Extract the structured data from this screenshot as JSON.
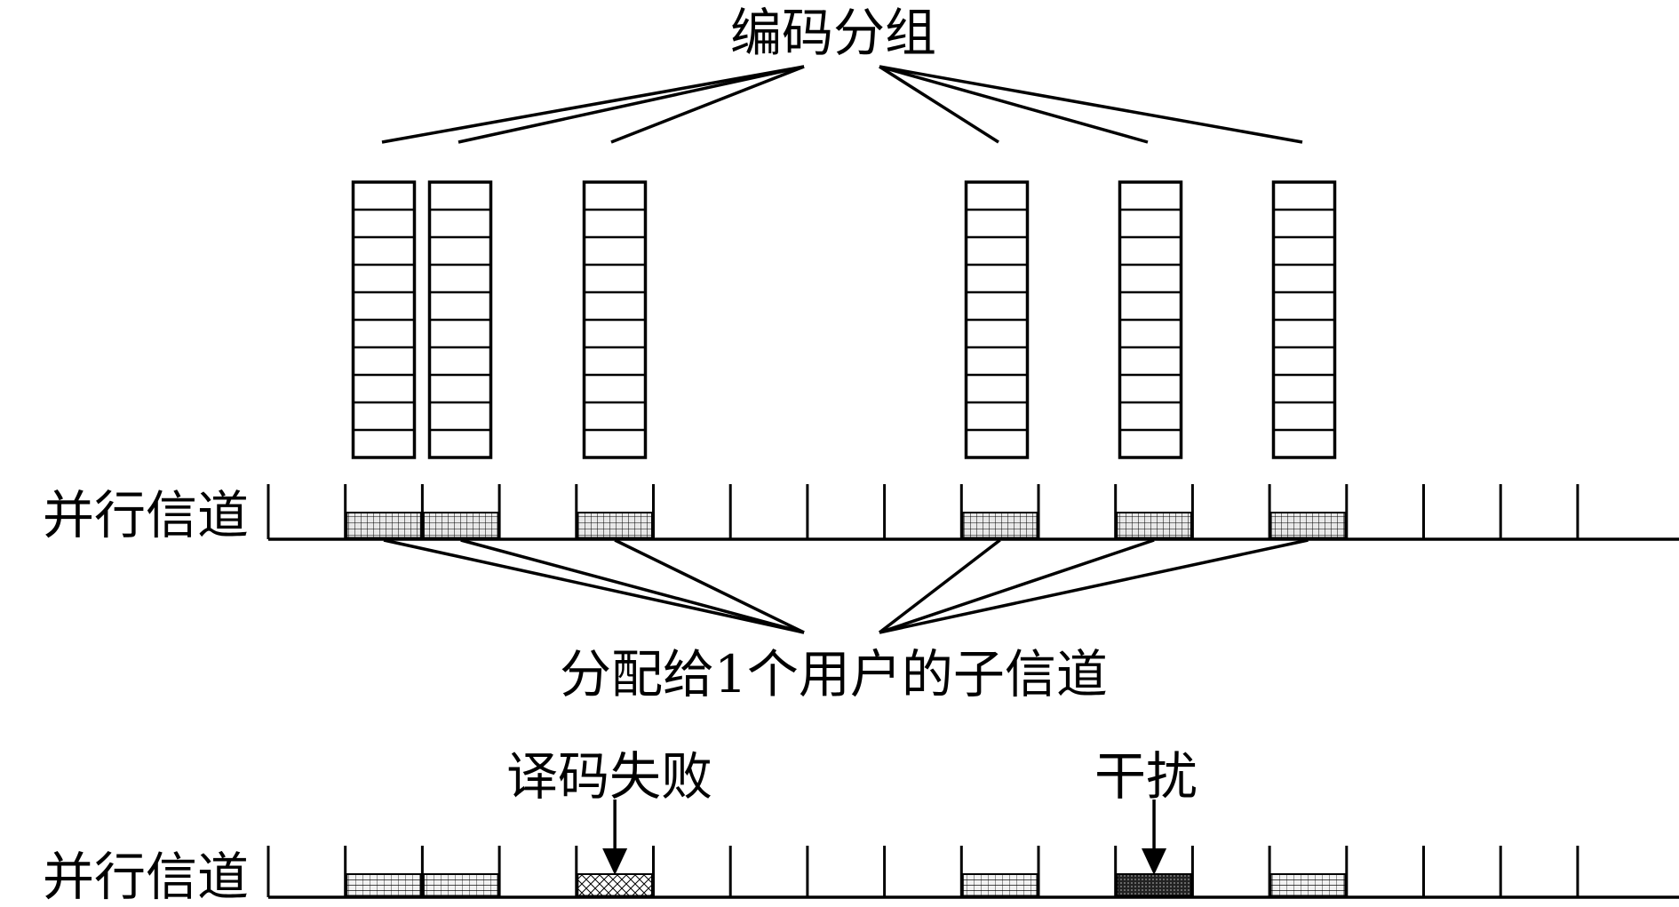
{
  "labels": {
    "coded_groups": "编码分组",
    "channel_top": "并行信道",
    "subchannel_caption": "分配给1个用户的子信道",
    "decode_failure": "译码失败",
    "interference": "干扰",
    "channel_bottom": "并行信道"
  },
  "channel": {
    "slot_count": 18,
    "user_slots": [
      1,
      2,
      4,
      9,
      11,
      13
    ],
    "bottom_slot_states": {
      "4": "decode-failure",
      "11": "interference"
    }
  },
  "packet": {
    "cells": 10
  },
  "colors": {
    "line": "#000000",
    "fill_ok": "#cfcfcf",
    "fill_fail": "#ffffff",
    "fill_interf": "#555555"
  }
}
